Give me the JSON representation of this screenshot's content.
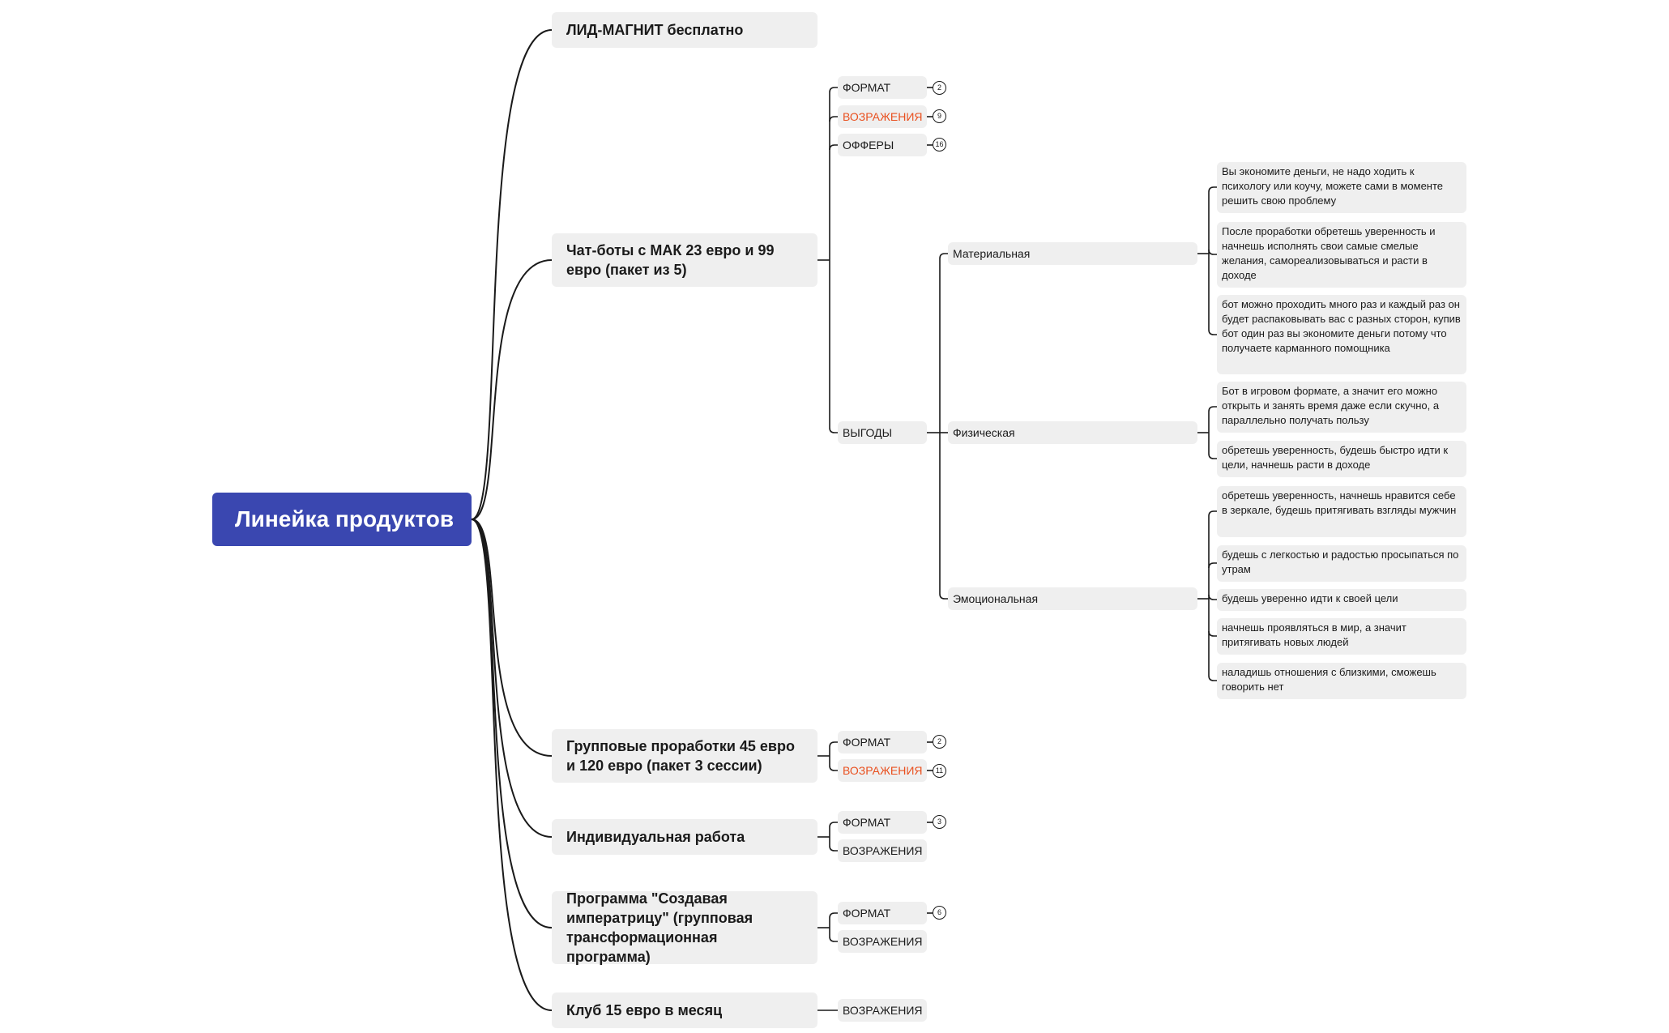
{
  "root": "Линейка продуктов",
  "products": [
    {
      "title": "ЛИД-МАГНИТ бесплатно"
    },
    {
      "title": "Чат-боты с МАК  23 евро и 99 евро (пакет из 5)",
      "children": [
        {
          "label": "ФОРМАТ",
          "badge": "2"
        },
        {
          "label": "ВОЗРАЖЕНИЯ",
          "badge": "9",
          "accent": true
        },
        {
          "label": "ОФФЕРЫ",
          "badge": "16"
        },
        {
          "label": "ВЫГОДЫ",
          "groups": [
            {
              "label": "Материальная",
              "items": [
                "Вы экономите деньги, не надо ходить к психологу или коучу, можете сами в моменте решить свою проблему",
                "После проработки обретешь уверенность и начнешь исполнять свои самые смелые желания, самореализовываться и расти в доходе",
                "бот можно проходить много раз и каждый раз он будет распаковывать вас с разных сторон, купив бот один раз вы экономите деньги потому что получаете карманного помощника"
              ]
            },
            {
              "label": "Физическая",
              "items": [
                "Бот в игровом формате, а значит его можно открыть и занять время даже если скучно, а параллельно получать пользу",
                "обретешь уверенность, будешь быстро идти к цели, начнешь расти в доходе"
              ]
            },
            {
              "label": "Эмоциональная",
              "items": [
                "обретешь уверенность, начнешь нравится себе в зеркале, будешь притягивать взгляды мужчин",
                "будешь с легкостью и радостью просыпаться по утрам",
                "будешь уверенно идти к своей цели",
                "начнешь проявляться в мир, а значит притягивать новых людей",
                "наладишь отношения с близкими, сможешь говорить нет"
              ]
            }
          ]
        }
      ]
    },
    {
      "title": "Групповые проработки 45 евро и 120 евро (пакет 3 сессии)",
      "children": [
        {
          "label": "ФОРМАТ",
          "badge": "2"
        },
        {
          "label": "ВОЗРАЖЕНИЯ",
          "badge": "11",
          "accent": true
        }
      ]
    },
    {
      "title": "Индивидуальная работа",
      "children": [
        {
          "label": "ФОРМАТ",
          "badge": "3"
        },
        {
          "label": "ВОЗРАЖЕНИЯ"
        }
      ]
    },
    {
      "title": "Программа \"Создавая императрицу\" (групповая трансформационная программа)",
      "children": [
        {
          "label": "ФОРМАТ",
          "badge": "6"
        },
        {
          "label": "ВОЗРАЖЕНИЯ"
        }
      ]
    },
    {
      "title": "Клуб 15 евро в месяц",
      "children": [
        {
          "label": "ВОЗРАЖЕНИЯ"
        }
      ]
    }
  ],
  "colors": {
    "root_bg": "#3a47b0",
    "node_bg": "#efefef",
    "accent": "#e9501f",
    "line": "#1a1a1a"
  }
}
